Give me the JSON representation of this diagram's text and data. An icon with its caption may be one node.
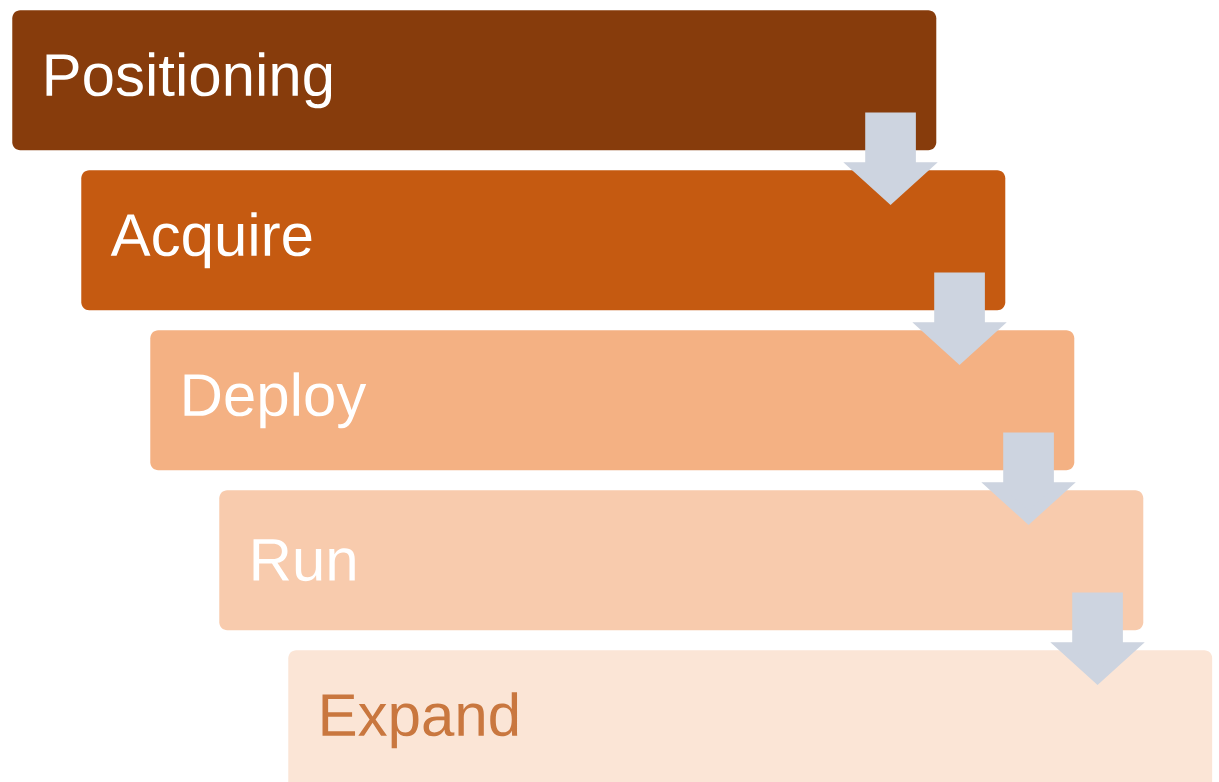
{
  "diagram": {
    "nodes": [
      {
        "text": [
          "Positioning"
        ]
      },
      {
        "text": [
          "Acquire"
        ]
      },
      {
        "text": [
          "Deploy"
        ]
      },
      {
        "text": [
          "Run"
        ]
      },
      {
        "text": [
          "Expand"
        ]
      }
    ],
    "edges": [
      {
        "from": 0,
        "to": 1,
        "arrow": "to"
      },
      {
        "from": 1,
        "to": 2,
        "arrow": "to"
      },
      {
        "from": 2,
        "to": 3,
        "arrow": "to"
      },
      {
        "from": 3,
        "to": 4,
        "arrow": "to"
      }
    ]
  }
}
